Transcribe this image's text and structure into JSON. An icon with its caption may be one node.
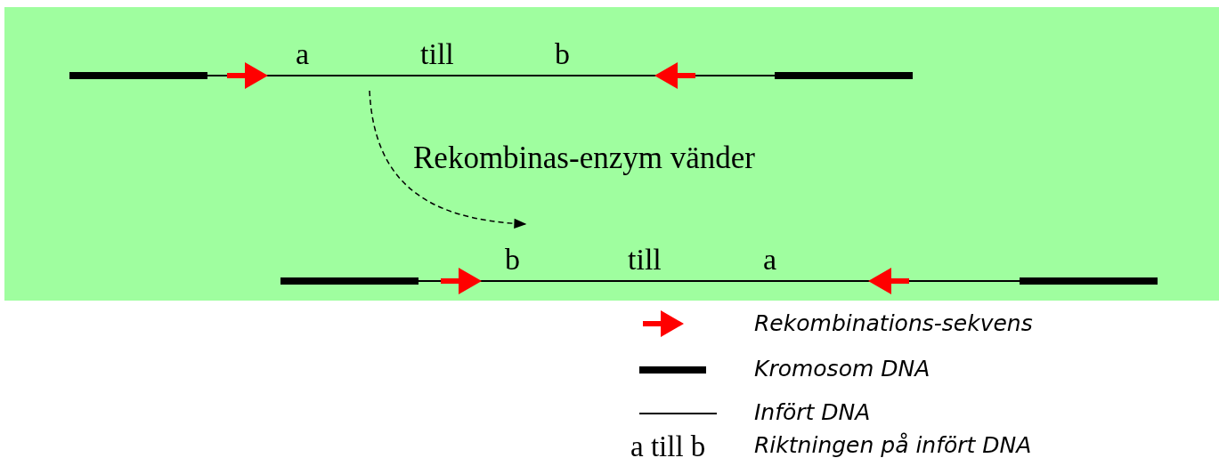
{
  "diagram": {
    "nodes": [
      {
        "text": [
          "a",
          "till",
          "b"
        ]
      },
      {
        "text": [
          "b",
          "till",
          "a"
        ]
      }
    ],
    "edges": [
      {
        "from": 0,
        "to": 1,
        "arrow": "to",
        "style": "dashed",
        "label": "Rekombinas-enzym vänder"
      }
    ],
    "labels": [
      "a till b"
    ],
    "legend": [
      {
        "text": "Rekombinations-sekvens"
      },
      {
        "text": "Kromosom DNA"
      },
      {
        "text": "Infört DNA"
      },
      {
        "text": "Riktningen på infört DNA"
      }
    ]
  }
}
